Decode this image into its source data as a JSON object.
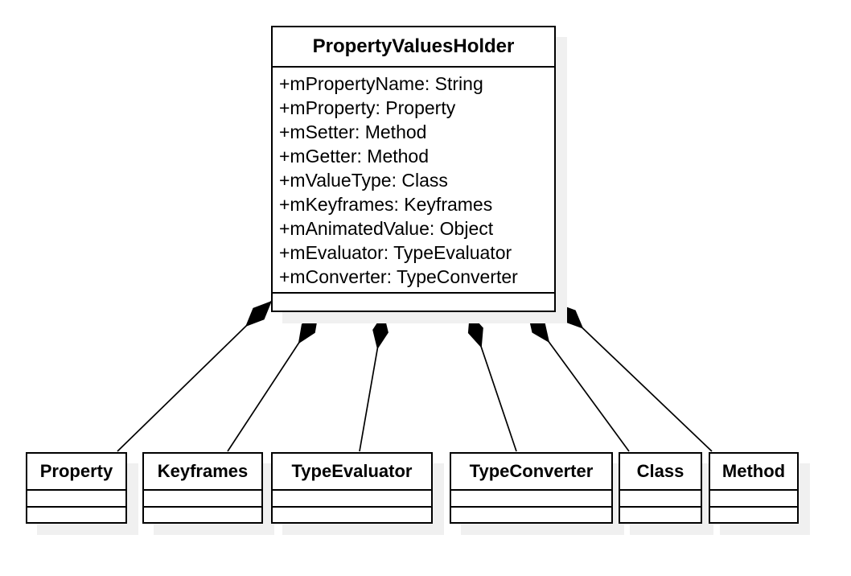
{
  "diagram": {
    "type": "uml-class-diagram",
    "main_class": {
      "name": "PropertyValuesHolder",
      "attributes": [
        "+mPropertyName: String",
        "+mProperty: Property",
        "+mSetter: Method",
        "+mGetter: Method",
        "+mValueType: Class",
        "+mKeyframes: Keyframes",
        "+mAnimatedValue: Object",
        "+mEvaluator: TypeEvaluator",
        "+mConverter: TypeConverter"
      ],
      "methods": []
    },
    "classes": [
      {
        "name": "Property",
        "attributes": [],
        "methods": []
      },
      {
        "name": "Keyframes",
        "attributes": [],
        "methods": []
      },
      {
        "name": "TypeEvaluator",
        "attributes": [],
        "methods": []
      },
      {
        "name": "TypeConverter",
        "attributes": [],
        "methods": []
      },
      {
        "name": "Class",
        "attributes": [],
        "methods": []
      },
      {
        "name": "Method",
        "attributes": [],
        "methods": []
      }
    ],
    "relations": [
      {
        "from": "PropertyValuesHolder",
        "to": "Property",
        "type": "composition"
      },
      {
        "from": "PropertyValuesHolder",
        "to": "Keyframes",
        "type": "composition"
      },
      {
        "from": "PropertyValuesHolder",
        "to": "TypeEvaluator",
        "type": "composition"
      },
      {
        "from": "PropertyValuesHolder",
        "to": "TypeConverter",
        "type": "composition"
      },
      {
        "from": "PropertyValuesHolder",
        "to": "Class",
        "type": "composition"
      },
      {
        "from": "PropertyValuesHolder",
        "to": "Method",
        "type": "composition"
      }
    ],
    "colors": {
      "border": "#000000",
      "fill": "#ffffff",
      "shadow": "#f0f0f0",
      "background": "#ffffff",
      "text": "#000000",
      "line": "#000000",
      "diamond_fill": "#000000"
    }
  }
}
